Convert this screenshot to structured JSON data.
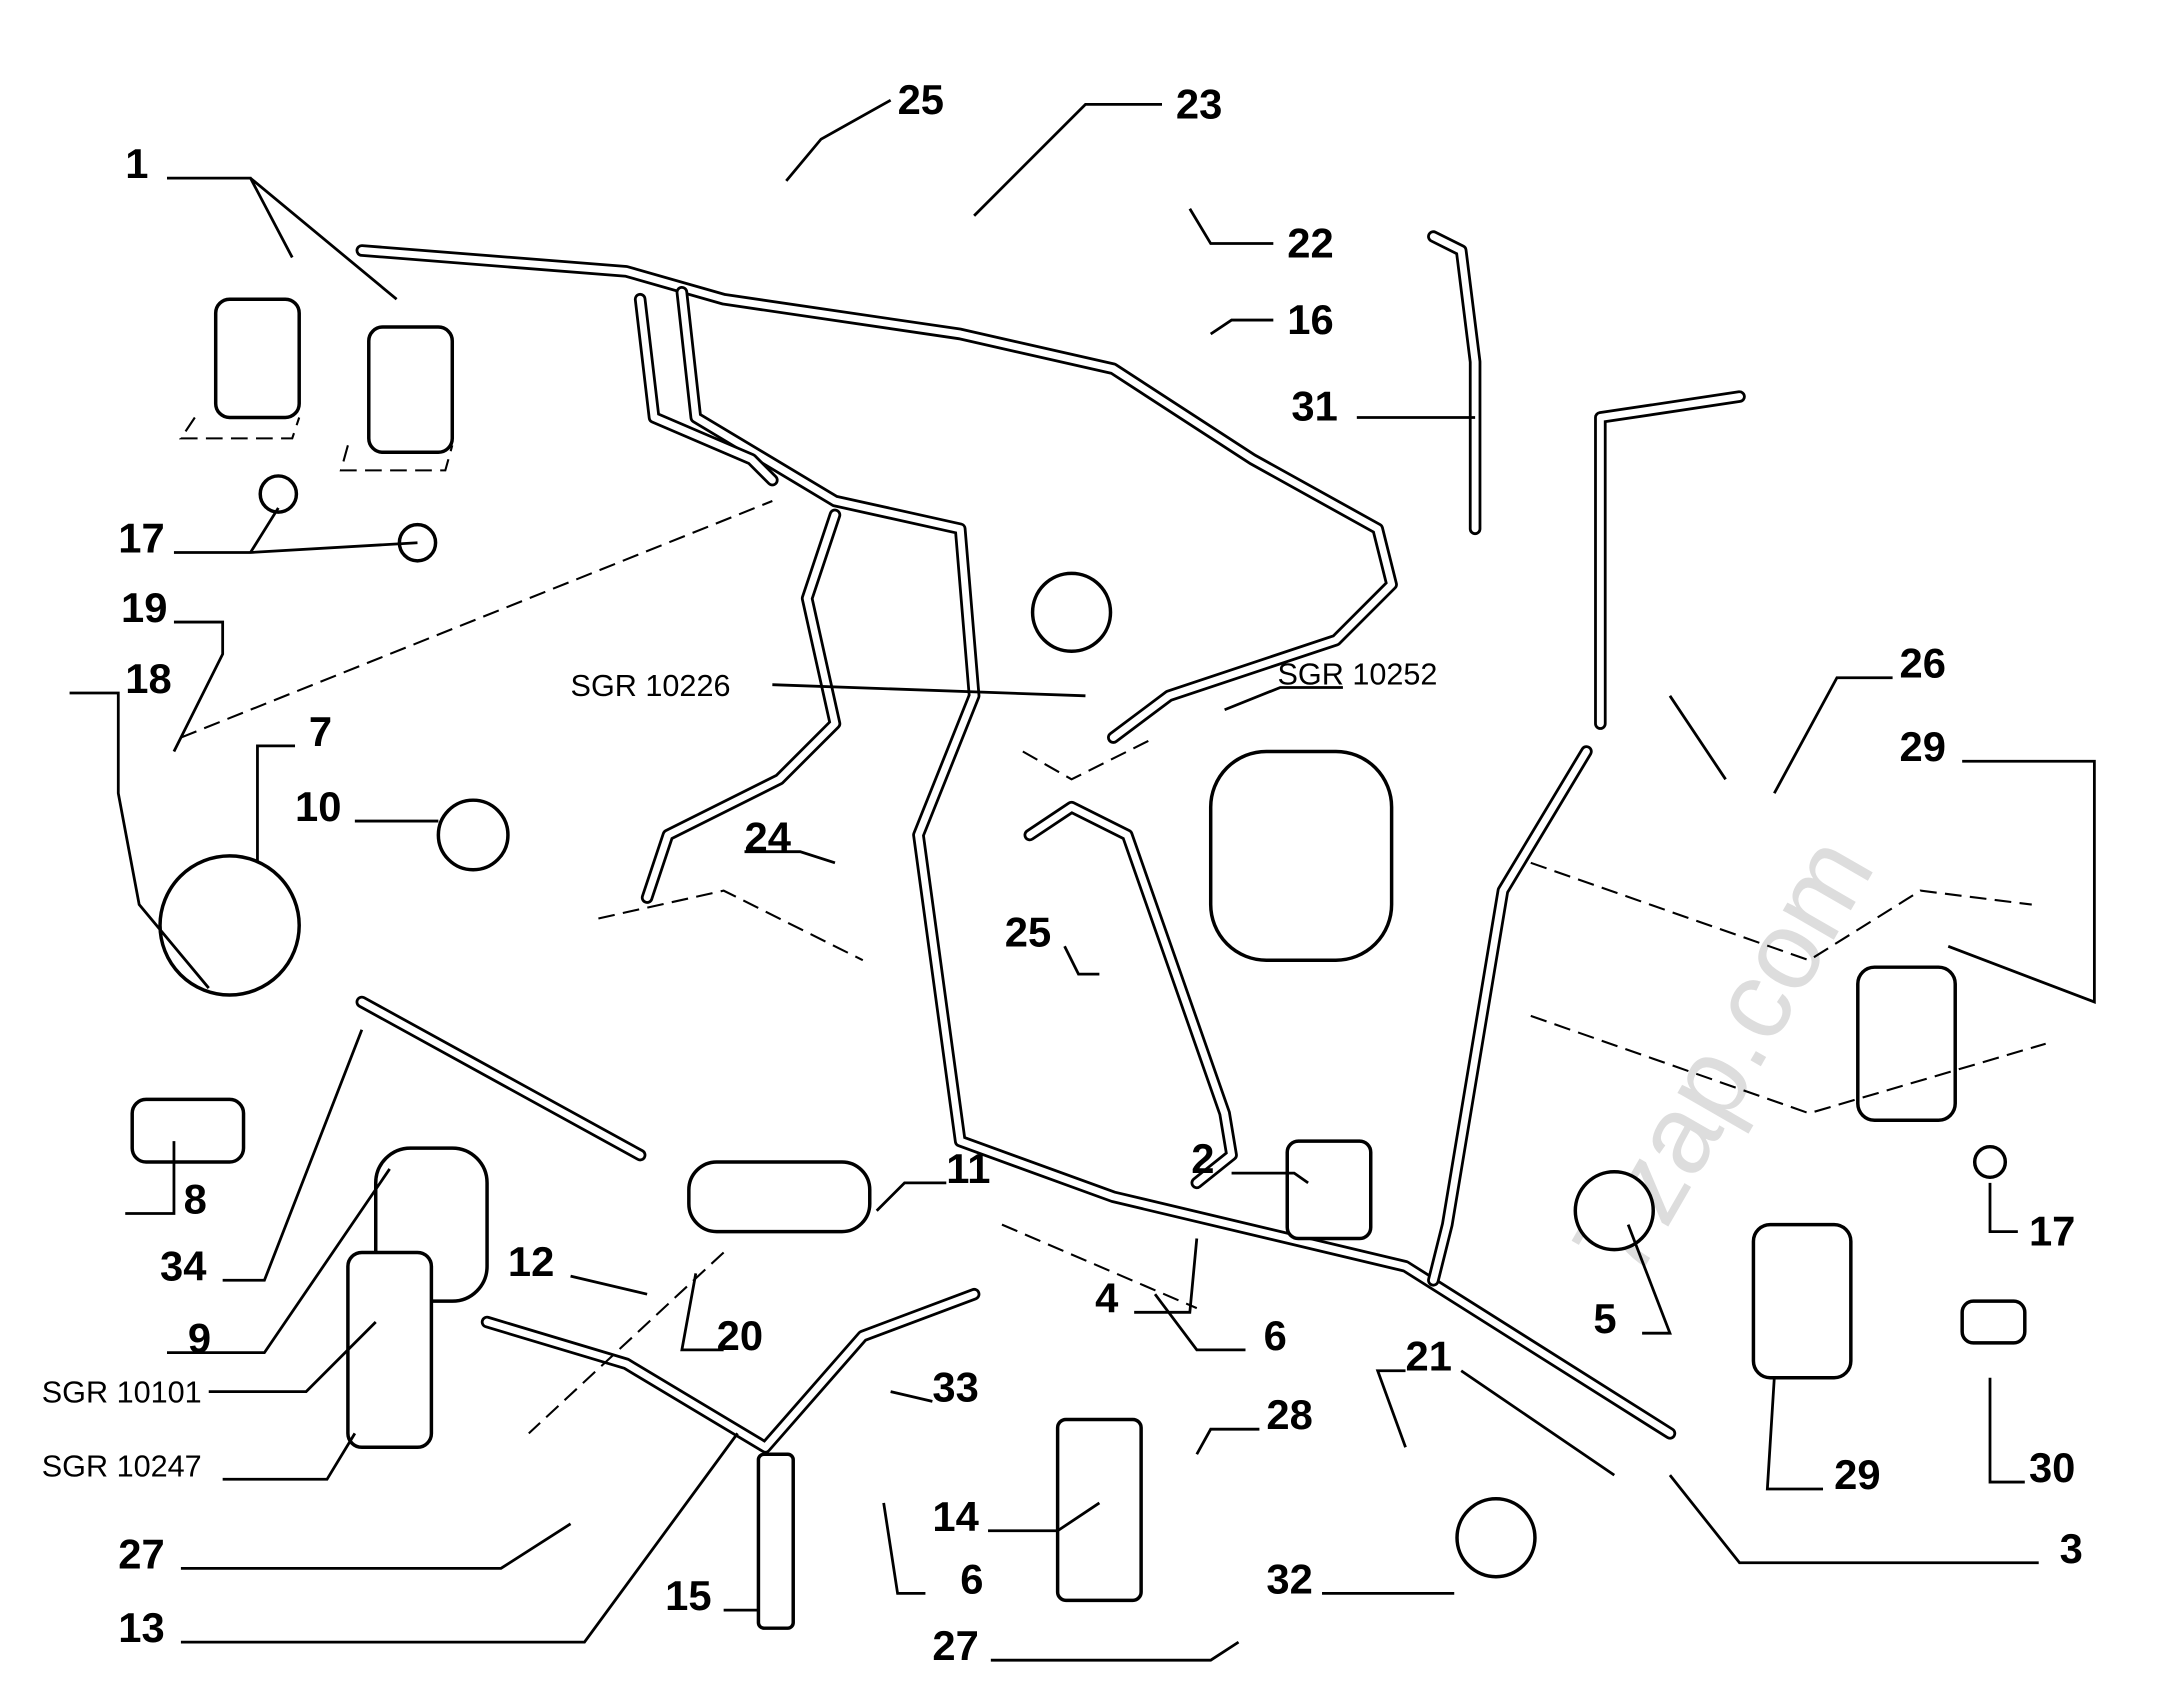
{
  "watermark": "7zap.com",
  "labels": [
    {
      "id": "1",
      "text": "1"
    },
    {
      "id": "25a",
      "text": "25"
    },
    {
      "id": "23",
      "text": "23"
    },
    {
      "id": "22",
      "text": "22"
    },
    {
      "id": "16",
      "text": "16"
    },
    {
      "id": "31",
      "text": "31"
    },
    {
      "id": "17a",
      "text": "17"
    },
    {
      "id": "19",
      "text": "19"
    },
    {
      "id": "18",
      "text": "18"
    },
    {
      "id": "7",
      "text": "7"
    },
    {
      "id": "10",
      "text": "10"
    },
    {
      "id": "26",
      "text": "26"
    },
    {
      "id": "29a",
      "text": "29"
    },
    {
      "id": "24",
      "text": "24"
    },
    {
      "id": "25b",
      "text": "25"
    },
    {
      "id": "4",
      "text": "4"
    },
    {
      "id": "2",
      "text": "2"
    },
    {
      "id": "11",
      "text": "11"
    },
    {
      "id": "8",
      "text": "8"
    },
    {
      "id": "34",
      "text": "34"
    },
    {
      "id": "12",
      "text": "12"
    },
    {
      "id": "20",
      "text": "20"
    },
    {
      "id": "9",
      "text": "9"
    },
    {
      "id": "6a",
      "text": "6"
    },
    {
      "id": "33",
      "text": "33"
    },
    {
      "id": "5",
      "text": "5"
    },
    {
      "id": "17b",
      "text": "17"
    },
    {
      "id": "21",
      "text": "21"
    },
    {
      "id": "28",
      "text": "28"
    },
    {
      "id": "29b",
      "text": "29"
    },
    {
      "id": "30",
      "text": "30"
    },
    {
      "id": "27a",
      "text": "27"
    },
    {
      "id": "14",
      "text": "14"
    },
    {
      "id": "6b",
      "text": "6"
    },
    {
      "id": "3",
      "text": "3"
    },
    {
      "id": "32",
      "text": "32"
    },
    {
      "id": "15",
      "text": "15"
    },
    {
      "id": "13",
      "text": "13"
    },
    {
      "id": "27b",
      "text": "27"
    }
  ],
  "references": [
    {
      "id": "sgr10226",
      "text": "SGR 10226"
    },
    {
      "id": "sgr10252",
      "text": "SGR 10252"
    },
    {
      "id": "sgr10101",
      "text": "SGR 10101"
    },
    {
      "id": "sgr10247",
      "text": "SGR 10247"
    }
  ]
}
